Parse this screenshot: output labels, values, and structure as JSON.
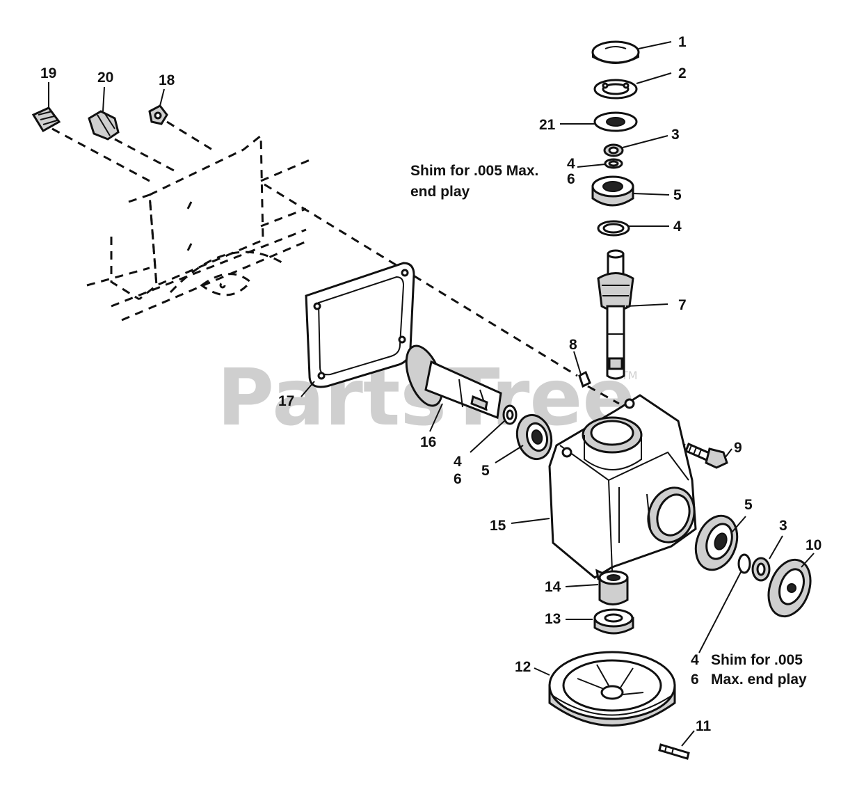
{
  "watermark": {
    "text": "PartsTree",
    "tm": "TM"
  },
  "notes": {
    "top_line1": "Shim for .005 Max.",
    "top_line2": "end play",
    "bottom_line1": "Shim for .005",
    "bottom_line2": "Max. end play"
  },
  "labels": {
    "p1": "1",
    "p2": "2",
    "p21": "21",
    "p3_top": "3",
    "p4_top": "4",
    "p6_top": "6",
    "p5_top": "5",
    "p4_mid": "4",
    "p7": "7",
    "p8": "8",
    "p9": "9",
    "p19": "19",
    "p20": "20",
    "p18": "18",
    "p17": "17",
    "p16": "16",
    "p4_left": "4",
    "p6_left": "6",
    "p5_left": "5",
    "p15": "15",
    "p5_right": "5",
    "p3_right": "3",
    "p10": "10",
    "p14": "14",
    "p13": "13",
    "p12": "12",
    "p11": "11",
    "p4_bottom": "4",
    "p6_bottom": "6"
  }
}
